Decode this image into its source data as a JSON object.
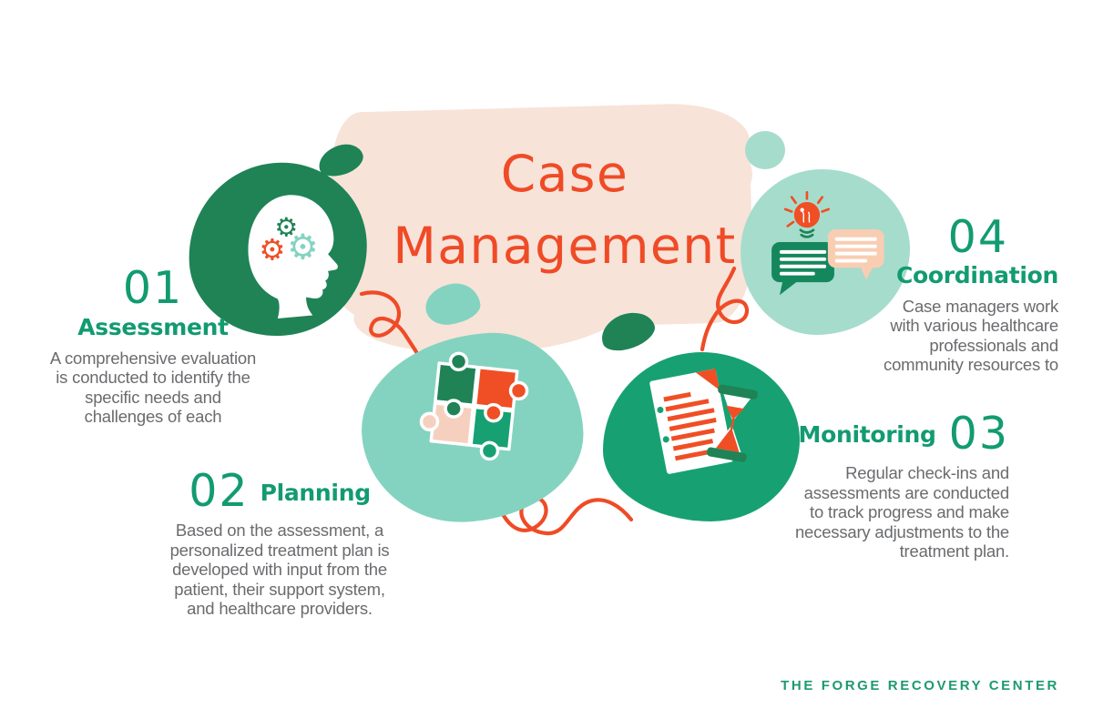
{
  "title": {
    "text": "Case Management",
    "lines": [
      "Case",
      "Management"
    ]
  },
  "steps": [
    {
      "number": "01",
      "label": "Assessment",
      "icon": "head-gears-icon",
      "description": "A comprehensive evaluation is conducted to identify the specific needs and challenges of each",
      "lines": [
        "A comprehensive evaluation",
        "is conducted to identify the",
        "specific needs and",
        "challenges of each"
      ]
    },
    {
      "number": "02",
      "label": "Planning",
      "icon": "puzzle-icon",
      "description": "Based on the assessment, a personalized treatment plan is developed with input from the patient, their support system, and healthcare providers.",
      "lines": [
        "Based on the assessment, a",
        "personalized treatment plan is",
        "developed with input from the",
        "patient, their support system,",
        "and healthcare providers."
      ]
    },
    {
      "number": "03",
      "label": "Monitoring",
      "icon": "document-hourglass-icon",
      "description": "Regular check-ins and assessments are conducted to track progress and make necessary adjustments to the treatment plan.",
      "lines": [
        "Regular check-ins and",
        "assessments are conducted",
        "to track progress and make",
        "necessary adjustments to the",
        "treatment plan."
      ]
    },
    {
      "number": "04",
      "label": "Coordination",
      "icon": "lightbulb-chat-icon",
      "description": "Case managers work with various healthcare professionals and community resources to",
      "lines": [
        "Case managers work",
        "with various healthcare",
        "professionals and",
        "community resources to"
      ]
    }
  ],
  "footer": {
    "brand": "THE FORGE RECOVERY CENTER"
  },
  "colors": {
    "accent_orange": "#EF4B26",
    "dark_green": "#1F8356",
    "medium_green": "#17A173",
    "mint": "#84D3C0",
    "mint_light": "#A6DCCC",
    "peach_background": "#F8E3D9",
    "peach_bubble": "#F9CDB2",
    "pink_puzzle": "#F6D0BE",
    "heading_green": "#129B70",
    "body_gray": "#6A6B6E"
  }
}
